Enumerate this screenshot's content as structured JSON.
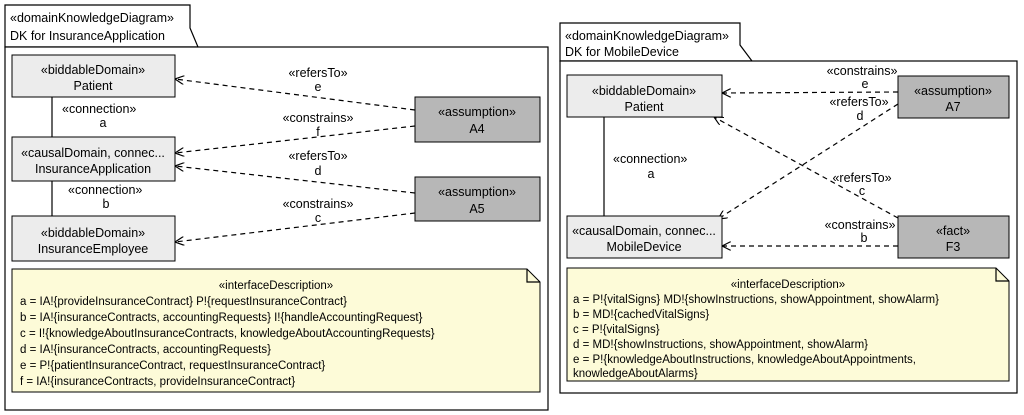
{
  "left": {
    "frame_stereotype": "«domainKnowledgeDiagram»",
    "frame_title": "DK for InsuranceApplication",
    "patient": {
      "stereo": "«biddableDomain»",
      "name": "Patient"
    },
    "insapp": {
      "stereo": "«causalDomain, connec...",
      "name": "InsuranceApplication"
    },
    "employee": {
      "stereo": "«biddableDomain»",
      "name": "InsuranceEmployee"
    },
    "a4": {
      "stereo": "«assumption»",
      "name": "A4"
    },
    "a5": {
      "stereo": "«assumption»",
      "name": "A5"
    },
    "conn_a": {
      "stereo": "«connection»",
      "label": "a"
    },
    "conn_b": {
      "stereo": "«connection»",
      "label": "b"
    },
    "rel_refers_e": {
      "stereo": "«refersTo»",
      "label": "e"
    },
    "rel_constrains_f": {
      "stereo": "«constrains»",
      "label": "f"
    },
    "rel_refers_d": {
      "stereo": "«refersTo»",
      "label": "d"
    },
    "rel_constrains_c": {
      "stereo": "«constrains»",
      "label": "c"
    },
    "note": {
      "title": "«interfaceDescription»",
      "lines": [
        "a = IA!{provideInsuranceContract} P!{requestInsuranceContract}",
        "b = IA!{insuranceContracts, accountingRequests} I!{handleAccountingRequest}",
        "c = I!{knowledgeAboutInsuranceContracts, knowledgeAboutAccountingRequests}",
        "d = IA!{insuranceContracts, accountingRequests}",
        "e = P!{patientInsuranceContract, requestInsuranceContract}",
        "f = IA!{insuranceContracts, provideInsuranceContract}"
      ]
    }
  },
  "right": {
    "frame_stereotype": "«domainKnowledgeDiagram»",
    "frame_title": "DK for MobileDevice",
    "patient": {
      "stereo": "«biddableDomain»",
      "name": "Patient"
    },
    "mobile": {
      "stereo": "«causalDomain, connec...",
      "name": "MobileDevice"
    },
    "a7": {
      "stereo": "«assumption»",
      "name": "A7"
    },
    "f3": {
      "stereo": "«fact»",
      "name": "F3"
    },
    "conn_a": {
      "stereo": "«connection»",
      "label": "a"
    },
    "rel_constrains_e": {
      "stereo": "«constrains»",
      "label": "e"
    },
    "rel_refers_d": {
      "stereo": "«refersTo»",
      "label": "d"
    },
    "rel_refers_c": {
      "stereo": "«refersTo»",
      "label": "c"
    },
    "rel_constrains_b": {
      "stereo": "«constrains»",
      "label": "b"
    },
    "note": {
      "title": "«interfaceDescription»",
      "lines": [
        "a = P!{vitalSigns} MD!{showInstructions, showAppointment, showAlarm}",
        "b = MD!{cachedVitalSigns}",
        "c = P!{vitalSigns}",
        "d = MD!{showInstructions, showAppointment, showAlarm}",
        "e = P!{knowledgeAboutInstructions, knowledgeAboutAppointments,",
        "knowledgeAboutAlarms}"
      ]
    }
  }
}
